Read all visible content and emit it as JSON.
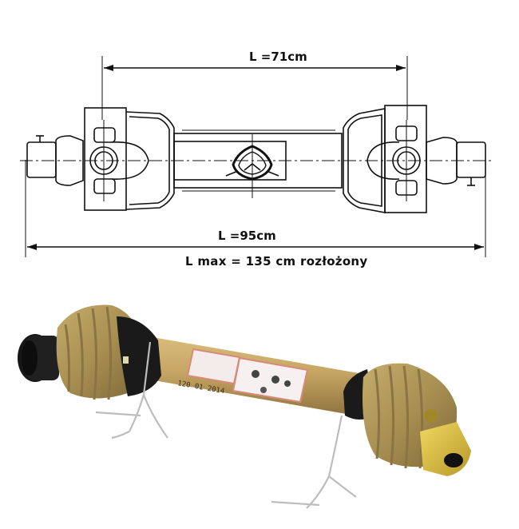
{
  "drawing": {
    "title": "PTO drive shaft technical drawing",
    "dimensions": {
      "inner_length": "L =71cm",
      "total_length": "L =95cm",
      "max_length": "L max = 135 cm rozłożony"
    }
  },
  "photo": {
    "subject": "PTO drive shaft with protective guards and safety chains",
    "tube_marking": "120   01 2014",
    "colors": {
      "guard": "#b09a5a",
      "tube": "#c8a765",
      "caps": "#1a1a1a",
      "yoke": "#e0c040",
      "chain": "#c8c8c8"
    }
  }
}
